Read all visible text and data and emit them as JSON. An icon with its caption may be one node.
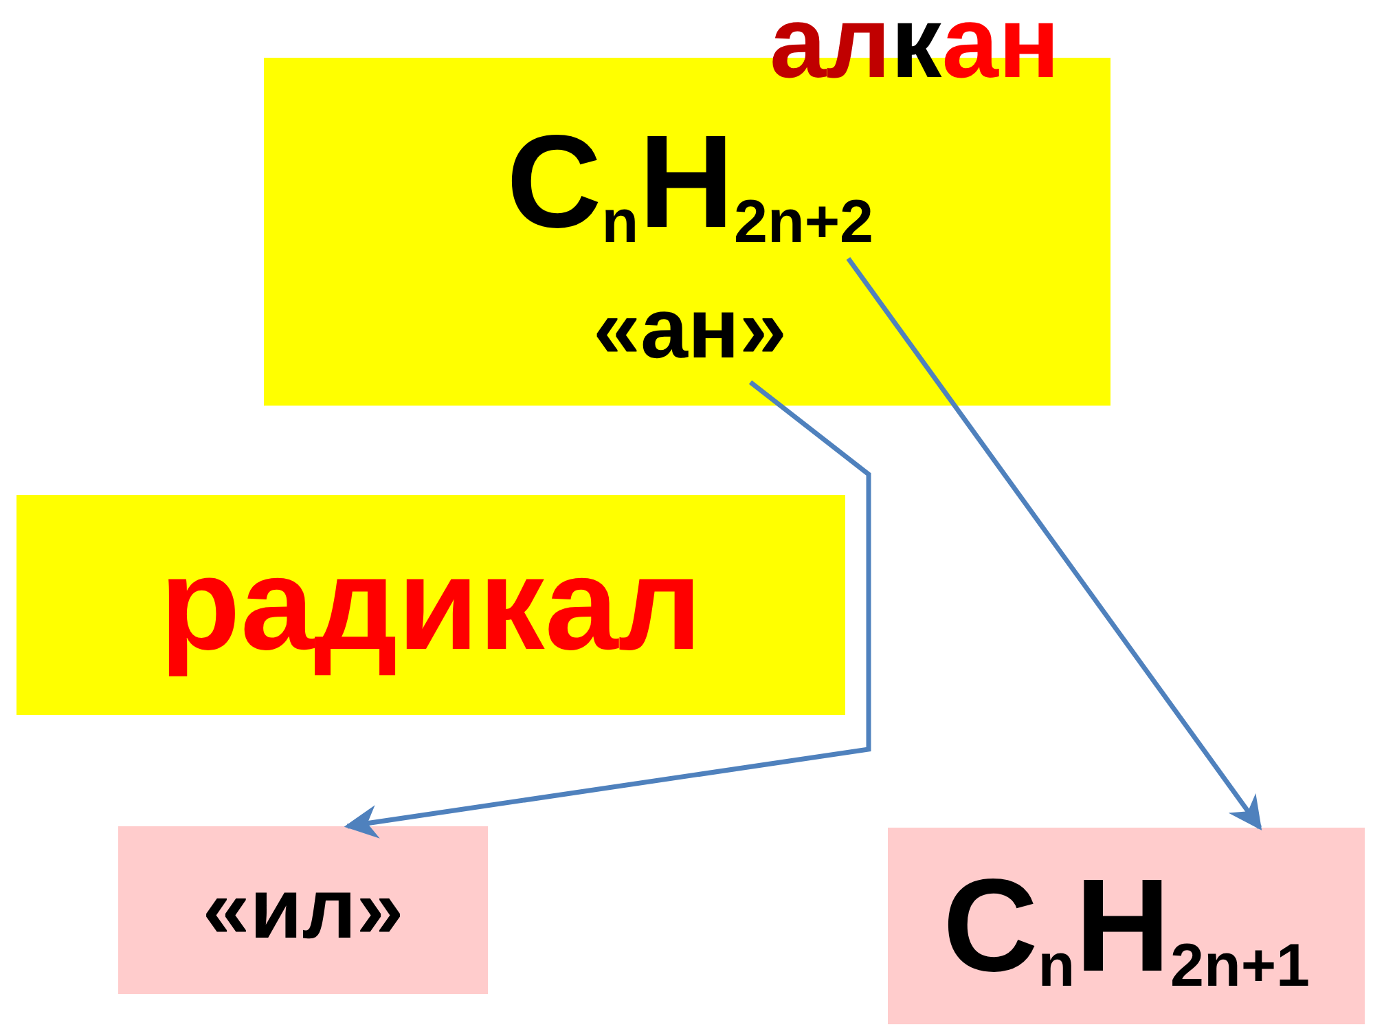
{
  "diagram": {
    "nodes": [
      {
        "text": [],
        "shape": "box"
      },
      {
        "text": [
          "C$_{n}$H$_{2n+2}$"
        ],
        "in": 0
      },
      {
        "text": [
          "«ан»"
        ],
        "in": 0
      },
      {
        "text": [
          "радикал"
        ]
      },
      {
        "text": [
          "«ил»"
        ]
      },
      {
        "text": [
          "C$_{n}$H$_{2n+1}$"
        ]
      }
    ],
    "edges": [
      {
        "from": 2,
        "to": 4,
        "arrow": "to"
      },
      {
        "from": 1,
        "to": 5,
        "arrow": "to"
      }
    ],
    "labels": [
      "алкан"
    ]
  }
}
